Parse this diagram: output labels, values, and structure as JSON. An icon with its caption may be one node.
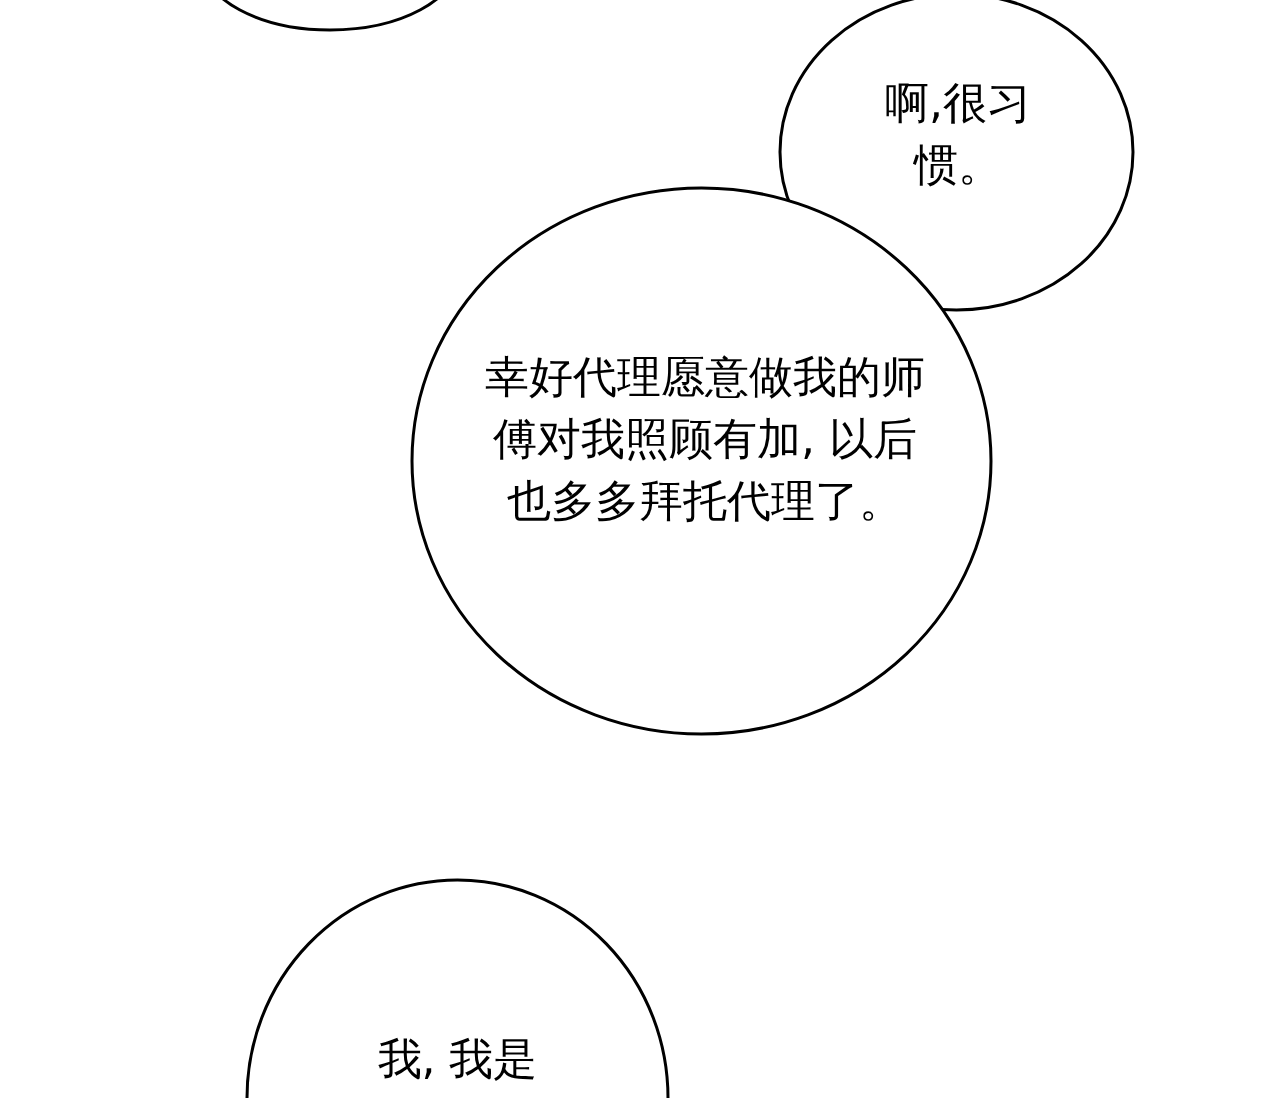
{
  "diagram": {
    "nodes": [
      {
        "text": [],
        "shape": "circle"
      },
      {
        "text": [
          "啊,很习惯。"
        ]
      },
      {
        "text": [
          "幸好代理愿意做我的师傅对我照顾有加, 以后也多多拜托代理了。"
        ]
      },
      {
        "text": [
          "我, 我是"
        ]
      }
    ]
  }
}
